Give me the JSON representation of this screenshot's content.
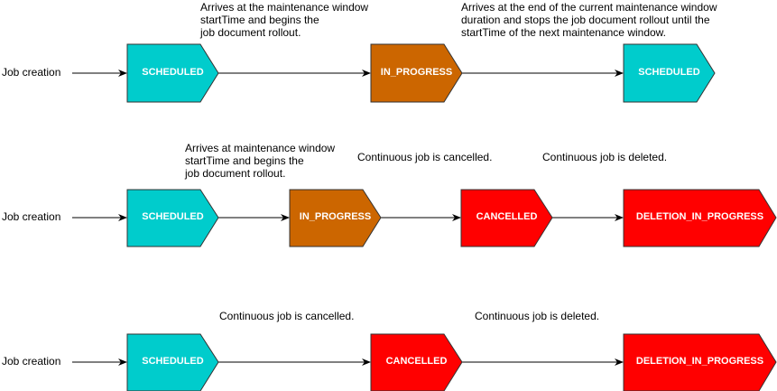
{
  "colors": {
    "scheduled": "#00CCCC",
    "in_progress": "#CC6600",
    "cancelled": "#FF0000",
    "deletion_in_progress": "#FF0000",
    "border": "#333333",
    "label": "#FFFFFF"
  },
  "rows": [
    {
      "start_label": "Job creation",
      "states": [
        "SCHEDULED",
        "IN_PROGRESS",
        "SCHEDULED"
      ],
      "notes": [
        "Arrives at the maintenance window\nstartTime and begins the\njob document rollout.",
        "Arrives at the end of the current maintenance window\nduration and stops the job document rollout until the\nstartTime of the next maintenance window."
      ]
    },
    {
      "start_label": "Job creation",
      "states": [
        "SCHEDULED",
        "IN_PROGRESS",
        "CANCELLED",
        "DELETION_IN_PROGRESS"
      ],
      "notes": [
        "Arrives at maintenance window\nstartTime and begins the\njob document rollout.",
        "Continuous job is cancelled.",
        "Continuous job is deleted."
      ]
    },
    {
      "start_label": "Job creation",
      "states": [
        "SCHEDULED",
        "CANCELLED",
        "DELETION_IN_PROGRESS"
      ],
      "notes": [
        "Continuous job is cancelled.",
        "Continuous job is deleted."
      ]
    }
  ]
}
